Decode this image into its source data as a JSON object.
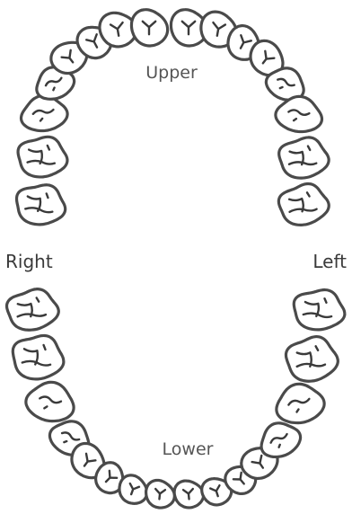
{
  "labels": {
    "upper": "Upper",
    "lower": "Lower",
    "right": "Right",
    "left": "Left"
  },
  "colors": {
    "outline": "#4a4a4a",
    "detail": "#3a3a3a",
    "label": "#555555",
    "background": "#ffffff"
  },
  "arches": {
    "upper_tooth_count": 16,
    "lower_tooth_count": 16
  }
}
